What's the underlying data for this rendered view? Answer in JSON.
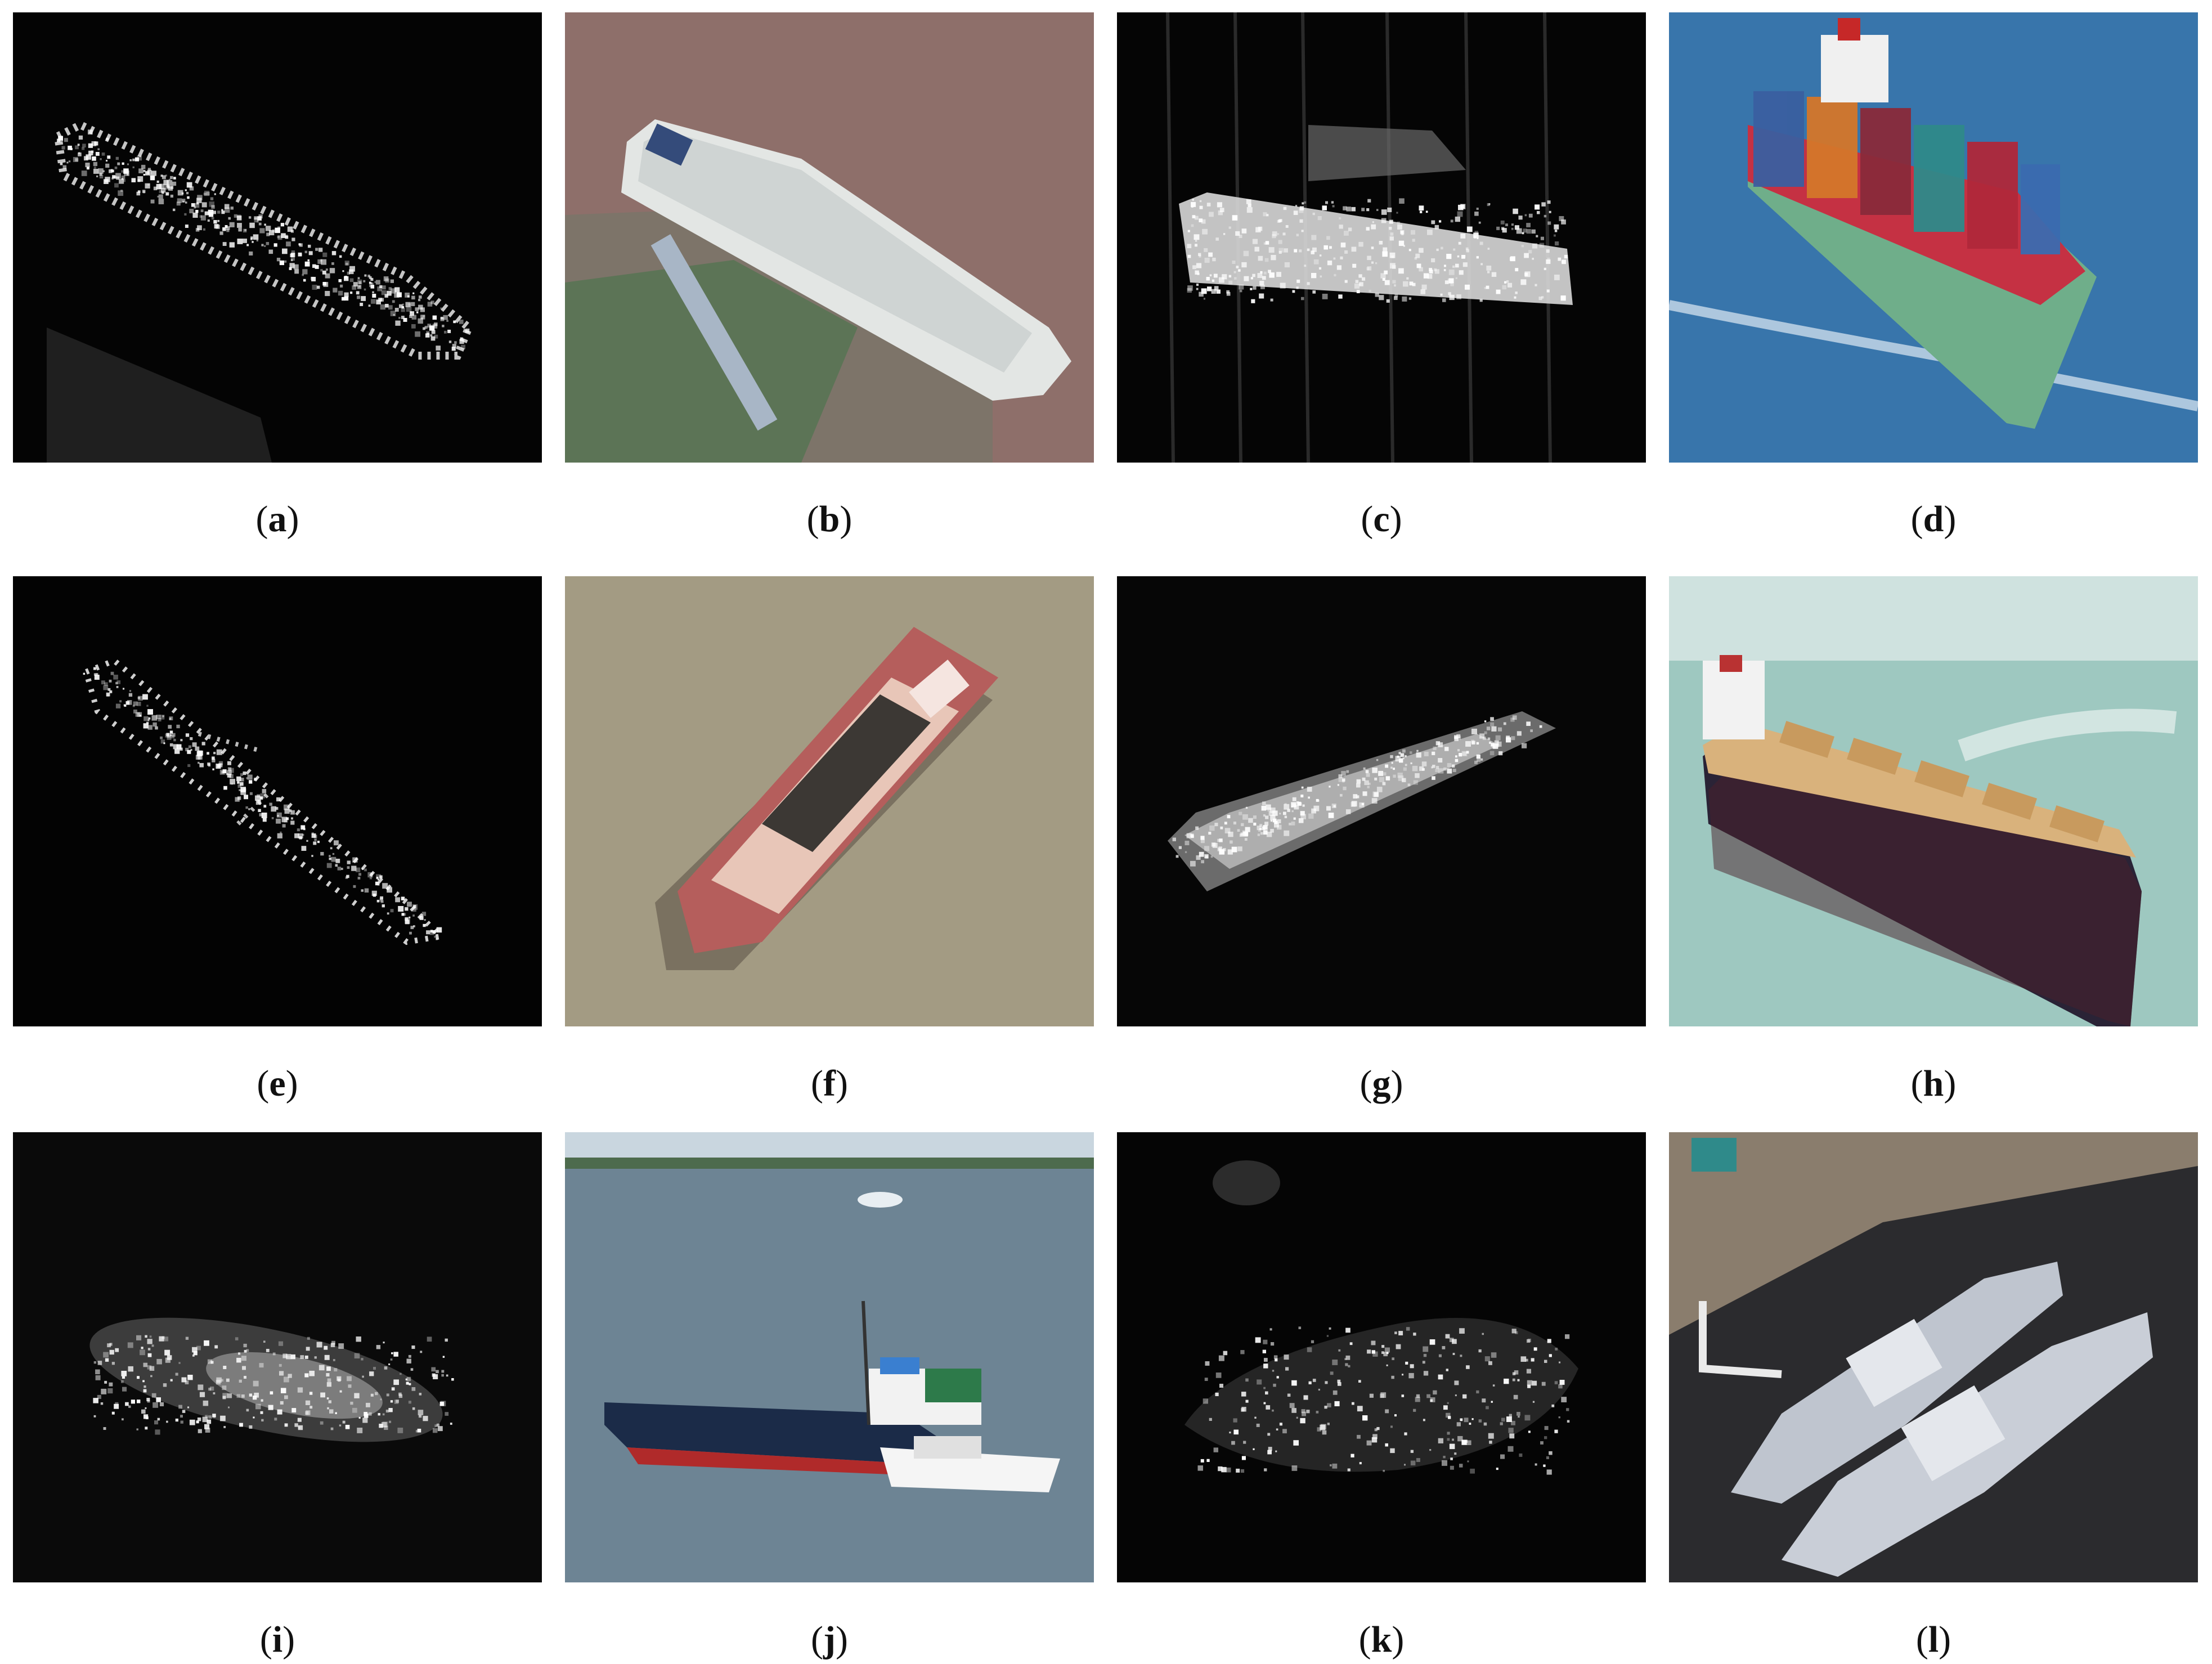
{
  "panels": [
    {
      "id": "a",
      "caption": "a",
      "kind": "sar",
      "icon": "ship-sar-icon",
      "colors": {
        "bg": "#040404",
        "speckle": "#ffffff"
      }
    },
    {
      "id": "b",
      "caption": "b",
      "kind": "optical",
      "icon": "tanker-aerial-icon",
      "colors": {
        "bg": "#8e6f6a",
        "hull": "#e3e6e4",
        "dock": "#a3998b"
      }
    },
    {
      "id": "c",
      "caption": "c",
      "kind": "sar",
      "icon": "ship-sar-icon",
      "colors": {
        "bg": "#050505",
        "speckle": "#ffffff"
      }
    },
    {
      "id": "d",
      "caption": "d",
      "kind": "optical",
      "icon": "container-ship-icon",
      "colors": {
        "bg": "#3e7fb6",
        "hull": "#6fae8a",
        "cargo": "#b3283a"
      }
    },
    {
      "id": "e",
      "caption": "e",
      "kind": "sar",
      "icon": "ship-sar-icon",
      "colors": {
        "bg": "#030303",
        "speckle": "#ffffff"
      }
    },
    {
      "id": "f",
      "caption": "f",
      "kind": "optical",
      "icon": "bulk-carrier-aerial-icon",
      "colors": {
        "bg": "#a39b83",
        "hull": "#b55e5c",
        "deck": "#e8c6b8"
      }
    },
    {
      "id": "g",
      "caption": "g",
      "kind": "sar",
      "icon": "ship-sar-icon",
      "colors": {
        "bg": "#060606",
        "speckle": "#f0f0f0"
      }
    },
    {
      "id": "h",
      "caption": "h",
      "kind": "optical",
      "icon": "bulk-carrier-icon",
      "colors": {
        "bg": "#9ec8c0",
        "hull": "#2a2336",
        "deck": "#c89a5e"
      }
    },
    {
      "id": "i",
      "caption": "i",
      "kind": "sar",
      "icon": "ship-sar-icon",
      "colors": {
        "bg": "#0a0a0a",
        "speckle": "#e6e6e6"
      }
    },
    {
      "id": "j",
      "caption": "j",
      "kind": "optical",
      "icon": "fishing-boat-icon",
      "colors": {
        "bg": "#6d8494",
        "hull": "#1b2b48",
        "cabin": "#f2f2f2"
      }
    },
    {
      "id": "k",
      "caption": "k",
      "kind": "sar",
      "icon": "ship-sar-icon",
      "colors": {
        "bg": "#050505",
        "speckle": "#dddddd"
      }
    },
    {
      "id": "l",
      "caption": "l",
      "kind": "optical",
      "icon": "patrol-boats-aerial-icon",
      "colors": {
        "bg": "#2b2b2e",
        "hull": "#bfc5cf",
        "dock": "#8a7d6d"
      }
    }
  ]
}
